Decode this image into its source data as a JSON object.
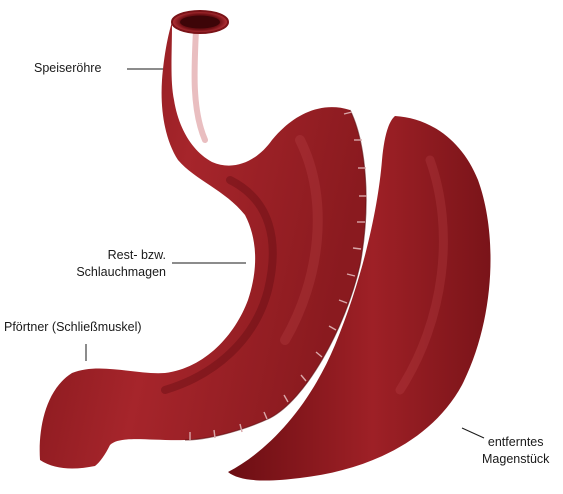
{
  "labels": {
    "speiseroehre": "Speiseröhre",
    "restmagen_line1": "Rest- bzw.",
    "restmagen_line2": "Schlauchmagen",
    "pfoertner": "Pförtner (Schließmuskel)",
    "entfernt_line1": "entferntes",
    "entfernt_line2": "Magenstück"
  },
  "colors": {
    "tissue_dark": "#6e0f14",
    "tissue_mid": "#9a1c22",
    "tissue_light": "#b8343a",
    "staple": "#d9a7a9",
    "leader_line": "#1a1a1a",
    "background": "#ffffff"
  }
}
